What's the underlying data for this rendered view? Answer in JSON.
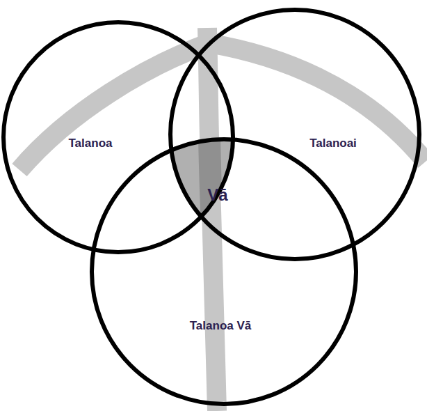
{
  "diagram": {
    "nodes": [
      {
        "text": [
          "Talanoa"
        ]
      },
      {
        "text": [
          "Talanoai"
        ]
      },
      {
        "text": [
          "Talanoa Vā"
        ]
      }
    ],
    "labels": [
      "Vā"
    ]
  }
}
